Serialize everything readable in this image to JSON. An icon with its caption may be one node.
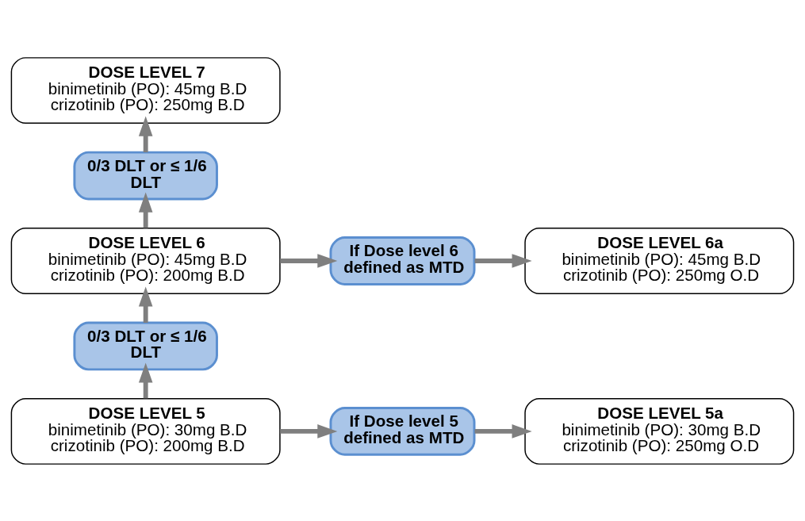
{
  "diagram": {
    "nodes": [
      {
        "text": [
          "DOSE LEVEL 7",
          "binimetinib (PO): 45mg B.D",
          "crizotinib (PO): 250mg B.D"
        ]
      },
      {
        "text": [
          "0/3 DLT or ≤ 1/6 DLT"
        ]
      },
      {
        "text": [
          "DOSE LEVEL 6",
          "binimetinib (PO): 45mg B.D",
          "crizotinib (PO): 200mg B.D"
        ]
      },
      {
        "text": [
          "If Dose level 6 defined as MTD"
        ]
      },
      {
        "text": [
          "DOSE LEVEL 6a",
          "binimetinib (PO): 45mg B.D",
          "crizotinib (PO): 250mg O.D"
        ]
      },
      {
        "text": [
          "0/3 DLT or ≤ 1/6 DLT"
        ]
      },
      {
        "text": [
          "DOSE LEVEL 5",
          "binimetinib (PO): 30mg B.D",
          "crizotinib (PO): 200mg B.D"
        ]
      },
      {
        "text": [
          "If Dose level 5 defined as MTD"
        ]
      },
      {
        "text": [
          "DOSE LEVEL 5a",
          "binimetinib (PO): 30mg B.D",
          "crizotinib (PO): 250mg O.D"
        ]
      }
    ],
    "edges": [
      {
        "from": 6,
        "to": 5,
        "arrow": "to"
      },
      {
        "from": 5,
        "to": 2,
        "arrow": "to"
      },
      {
        "from": 2,
        "to": 1,
        "arrow": "to"
      },
      {
        "from": 1,
        "to": 0,
        "arrow": "to"
      },
      {
        "from": 2,
        "to": 3,
        "arrow": "to"
      },
      {
        "from": 3,
        "to": 4,
        "arrow": "to"
      },
      {
        "from": 6,
        "to": 7,
        "arrow": "to"
      },
      {
        "from": 7,
        "to": 8,
        "arrow": "to"
      }
    ]
  }
}
